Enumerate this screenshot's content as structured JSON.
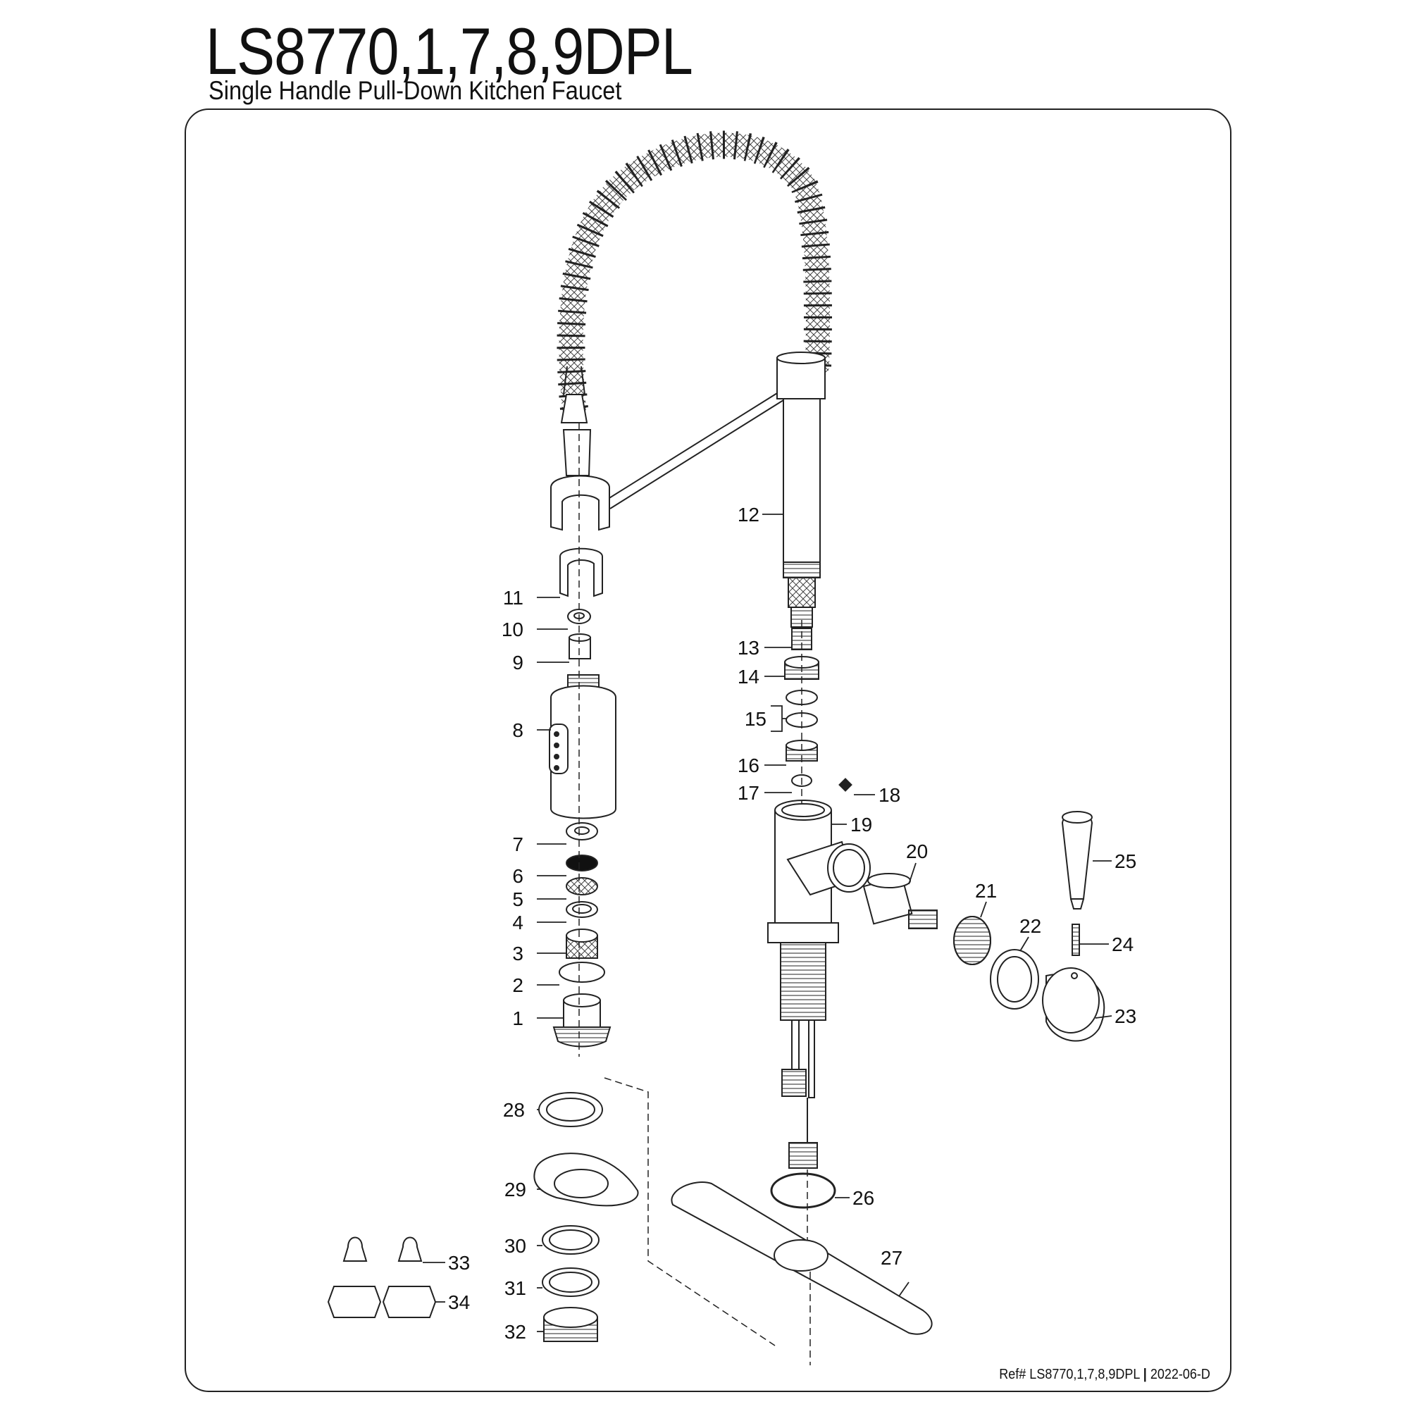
{
  "header": {
    "model": "LS8770,1,7,8,9DPL",
    "subtitle": "Single Handle Pull-Down Kitchen Faucet"
  },
  "footer": {
    "ref_prefix": "Ref# LS8770,1,7,8,9DPL",
    "separator": "|",
    "revision": "2022-06-D"
  },
  "parts": [
    {
      "id": "1"
    },
    {
      "id": "2"
    },
    {
      "id": "3"
    },
    {
      "id": "4"
    },
    {
      "id": "5"
    },
    {
      "id": "6"
    },
    {
      "id": "7"
    },
    {
      "id": "8"
    },
    {
      "id": "9"
    },
    {
      "id": "10"
    },
    {
      "id": "11"
    },
    {
      "id": "12"
    },
    {
      "id": "13"
    },
    {
      "id": "14"
    },
    {
      "id": "15"
    },
    {
      "id": "16"
    },
    {
      "id": "17"
    },
    {
      "id": "18"
    },
    {
      "id": "19"
    },
    {
      "id": "20"
    },
    {
      "id": "21"
    },
    {
      "id": "22"
    },
    {
      "id": "23"
    },
    {
      "id": "24"
    },
    {
      "id": "25"
    },
    {
      "id": "26"
    },
    {
      "id": "27"
    },
    {
      "id": "28"
    },
    {
      "id": "29"
    },
    {
      "id": "30"
    },
    {
      "id": "31"
    },
    {
      "id": "32"
    },
    {
      "id": "33"
    },
    {
      "id": "34"
    }
  ]
}
